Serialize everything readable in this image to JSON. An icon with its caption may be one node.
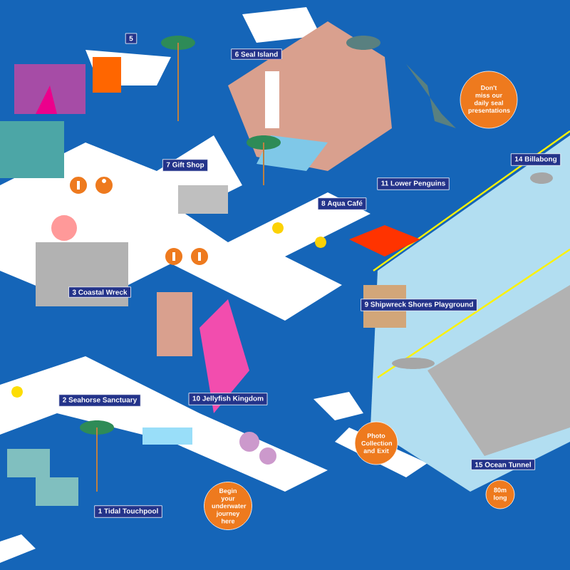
{
  "diagram": {
    "nodes": [
      {
        "text": [
          "5"
        ]
      },
      {
        "text": [
          "6 Seal Island"
        ]
      },
      {
        "text": [
          "7 Gift Shop"
        ]
      },
      {
        "text": [
          "8 Aqua Café"
        ]
      },
      {
        "text": [
          "11 Lower Penguins"
        ]
      },
      {
        "text": [
          "14 Billabong"
        ]
      },
      {
        "text": [
          "Don't miss our daily seal presentations"
        ]
      },
      {
        "text": [
          "3 Coastal Wreck"
        ]
      },
      {
        "text": [
          "9 Shipwreck Shores Playground"
        ]
      },
      {
        "text": [
          "2 Seahorse Sanctuary"
        ]
      },
      {
        "text": [
          "10 Jellyfish Kingdom"
        ]
      },
      {
        "text": [
          "1 Tidal Touchpool"
        ]
      },
      {
        "text": [
          "Begin your underwater journey here"
        ]
      },
      {
        "text": [
          "Photo Collection and Exit"
        ]
      },
      {
        "text": [
          "15 Ocean Tunnel"
        ]
      },
      {
        "text": [
          "80m long"
        ]
      }
    ]
  }
}
